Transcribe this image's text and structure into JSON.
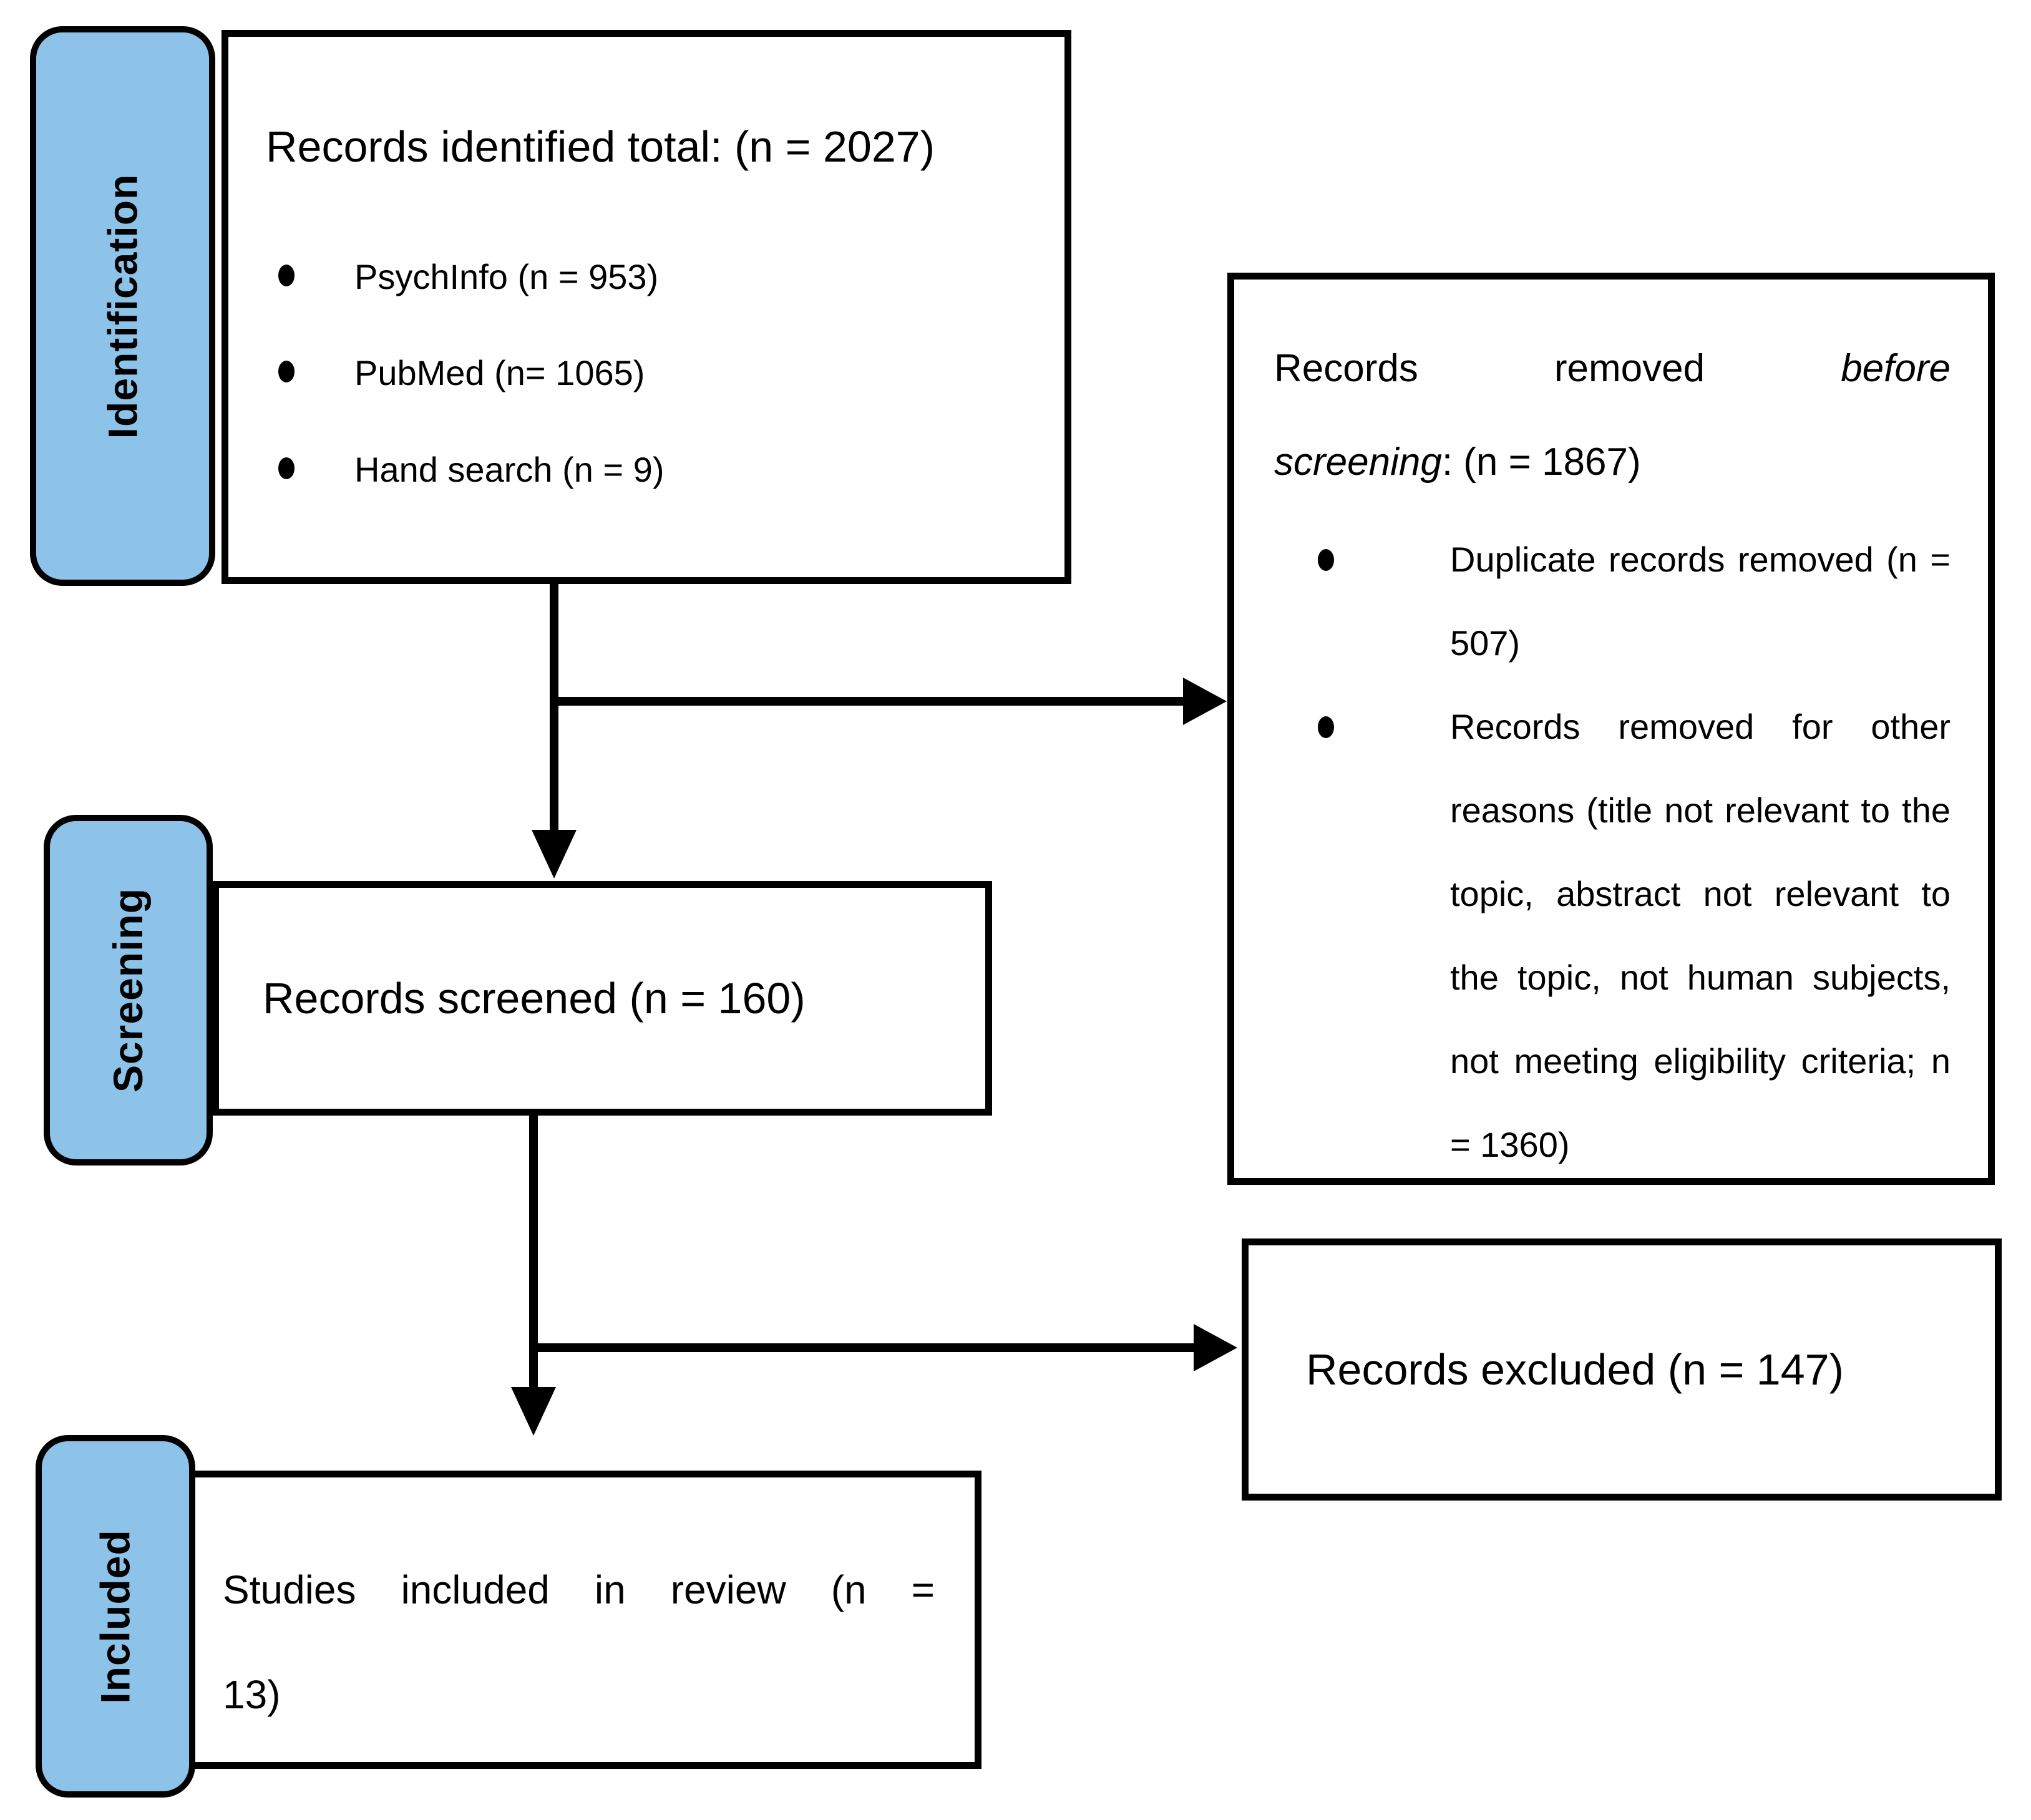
{
  "stages": {
    "identification": "Identification",
    "screening": "Screening",
    "included": "Included"
  },
  "colors": {
    "stage_fill": "#8DC3E9",
    "line": "#000000",
    "background": "#FFFFFF"
  },
  "boxes": {
    "identified": {
      "title": "Records identified total: (n = 2027)",
      "bullets": [
        "PsychInfo (n = 953)",
        "PubMed (n= 1065)",
        "Hand search (n = 9)"
      ]
    },
    "removed": {
      "title_line1_regular": "Records removed",
      "title_line1_italic": "before",
      "title_line2_italic": "screening",
      "title_line2_regular": ": (n = 1867)",
      "bullets": [
        "Duplicate records removed (n = 507)",
        "Records removed for other reasons (title not relevant to the topic, abstract not relevant to the topic, not human subjects, not meeting eligibility criteria; n = 1360)"
      ]
    },
    "screened": {
      "title": "Records screened (n = 160)"
    },
    "excluded": {
      "title": "Records excluded (n = 147)"
    },
    "included": {
      "title_line1": "Studies included in review (n =",
      "title_line2": "13)"
    }
  }
}
